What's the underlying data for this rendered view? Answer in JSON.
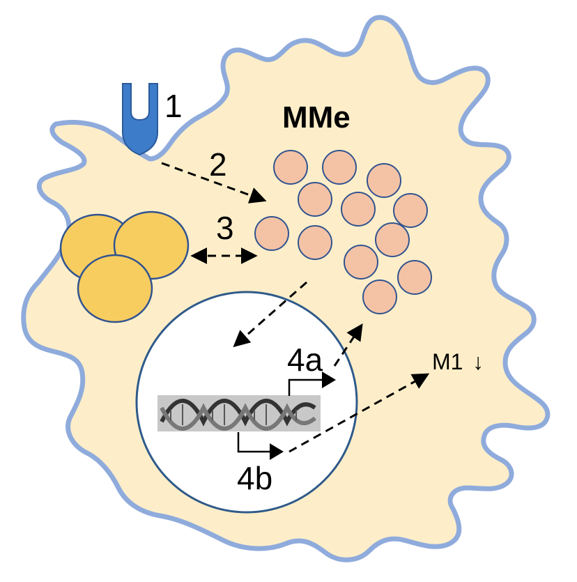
{
  "labels": {
    "title": "MMe",
    "step1": "1",
    "step2": "2",
    "step3": "3",
    "step4a": "4a",
    "step4b": "4b",
    "m1": "M1",
    "m1_arrow": "↓"
  },
  "colors": {
    "cell_fill": "#fdeec9",
    "cell_outline": "#8fabdc",
    "receptor": "#3d7cc9",
    "lipid_droplet": "#f7cd60",
    "vesicle": "#f4c3a6",
    "outline": "#31538f",
    "nucleus_fill": "#ffffff",
    "nucleus_outline": "#2f5a8a"
  },
  "icons": {
    "receptor": "receptor-channel-icon",
    "dna": "dna-helix-icon"
  }
}
